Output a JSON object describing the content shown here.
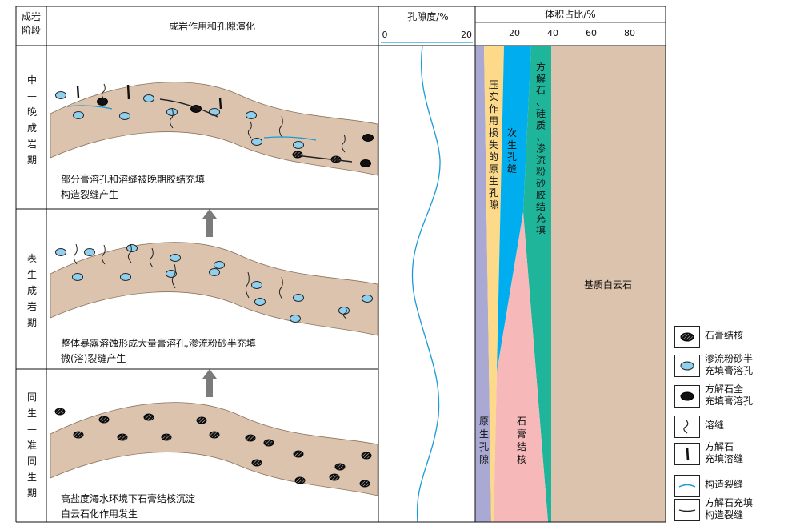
{
  "header": {
    "stage": [
      "成岩",
      "阶段"
    ],
    "evolution": "成岩作用和孔隙演化",
    "porosity": "孔隙度/%",
    "porosity_min": "0",
    "porosity_max": "20",
    "volume": "体积占比/%",
    "volume_ticks": [
      "20",
      "40",
      "60",
      "80"
    ]
  },
  "stages": [
    {
      "name_chars": [
        "中",
        "—",
        "晚",
        "成",
        "岩",
        "期"
      ],
      "desc": [
        "部分膏溶孔和溶缝被晚期胶结充填",
        "构造裂缝产生"
      ]
    },
    {
      "name_chars": [
        "表",
        "生",
        "成",
        "岩",
        "期"
      ],
      "desc": [
        "整体暴露溶蚀形成大量膏溶孔,渗流粉砂半充填",
        "微(溶)裂缝产生"
      ]
    },
    {
      "name_chars": [
        "同",
        "生",
        "—",
        "准",
        "同",
        "生",
        "期"
      ],
      "desc": [
        "高盐度海水环境下石膏结核沉淀",
        "白云石化作用发生"
      ]
    }
  ],
  "volume_bands": {
    "primary": [
      "原",
      "生",
      "孔",
      "隙"
    ],
    "compaction": [
      "压",
      "实",
      "作",
      "用",
      "损",
      "失",
      "的",
      "原",
      "生",
      "孔",
      "隙"
    ],
    "secondary": [
      "次",
      "生",
      "孔",
      "缝"
    ],
    "cement": [
      "方",
      "解",
      "石",
      "、",
      "硅",
      "质",
      "、",
      "渗",
      "流",
      "粉",
      "砂",
      "胶",
      "结",
      "充",
      "填"
    ],
    "gypsum": [
      "石",
      "膏",
      "结",
      "核"
    ],
    "matrix": "基质白云石"
  },
  "legend": [
    {
      "label": [
        "石膏结核"
      ]
    },
    {
      "label": [
        "渗流粉砂半",
        "充填膏溶孔"
      ]
    },
    {
      "label": [
        "方解石全",
        "充填膏溶孔"
      ]
    },
    {
      "label": [
        "溶缝"
      ]
    },
    {
      "label": [
        "方解石",
        "充填溶缝"
      ]
    },
    {
      "label": [
        "构造裂缝"
      ]
    },
    {
      "label": [
        "方解石充填",
        "构造裂缝"
      ]
    }
  ],
  "colors": {
    "rock": "#dcc3ad",
    "primary": "#a9a9d4",
    "compaction": "#fdd98a",
    "secondary": "#00aeef",
    "cement": "#1fb59b",
    "gypsum": "#f6b8b9",
    "matrix": "#dcc3ad",
    "vug": "#8fd0ee",
    "curve": "#1a9ad6"
  }
}
